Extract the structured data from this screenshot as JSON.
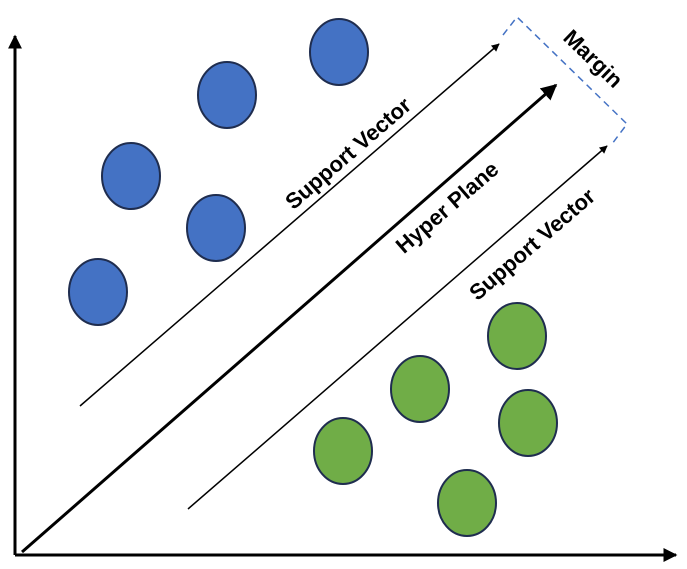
{
  "labels": {
    "support_vector_upper": "Support Vector",
    "hyper_plane": "Hyper Plane",
    "support_vector_lower": "Support Vector",
    "margin": "Margin"
  },
  "colors": {
    "class_a_fill": "#4472c4",
    "class_b_fill": "#70ad47",
    "point_stroke": "#1f2d4f",
    "margin_bracket": "#4472c4",
    "axis": "#000000",
    "background": "#ffffff"
  },
  "points": {
    "class_a_count": 5,
    "class_b_count": 5
  }
}
